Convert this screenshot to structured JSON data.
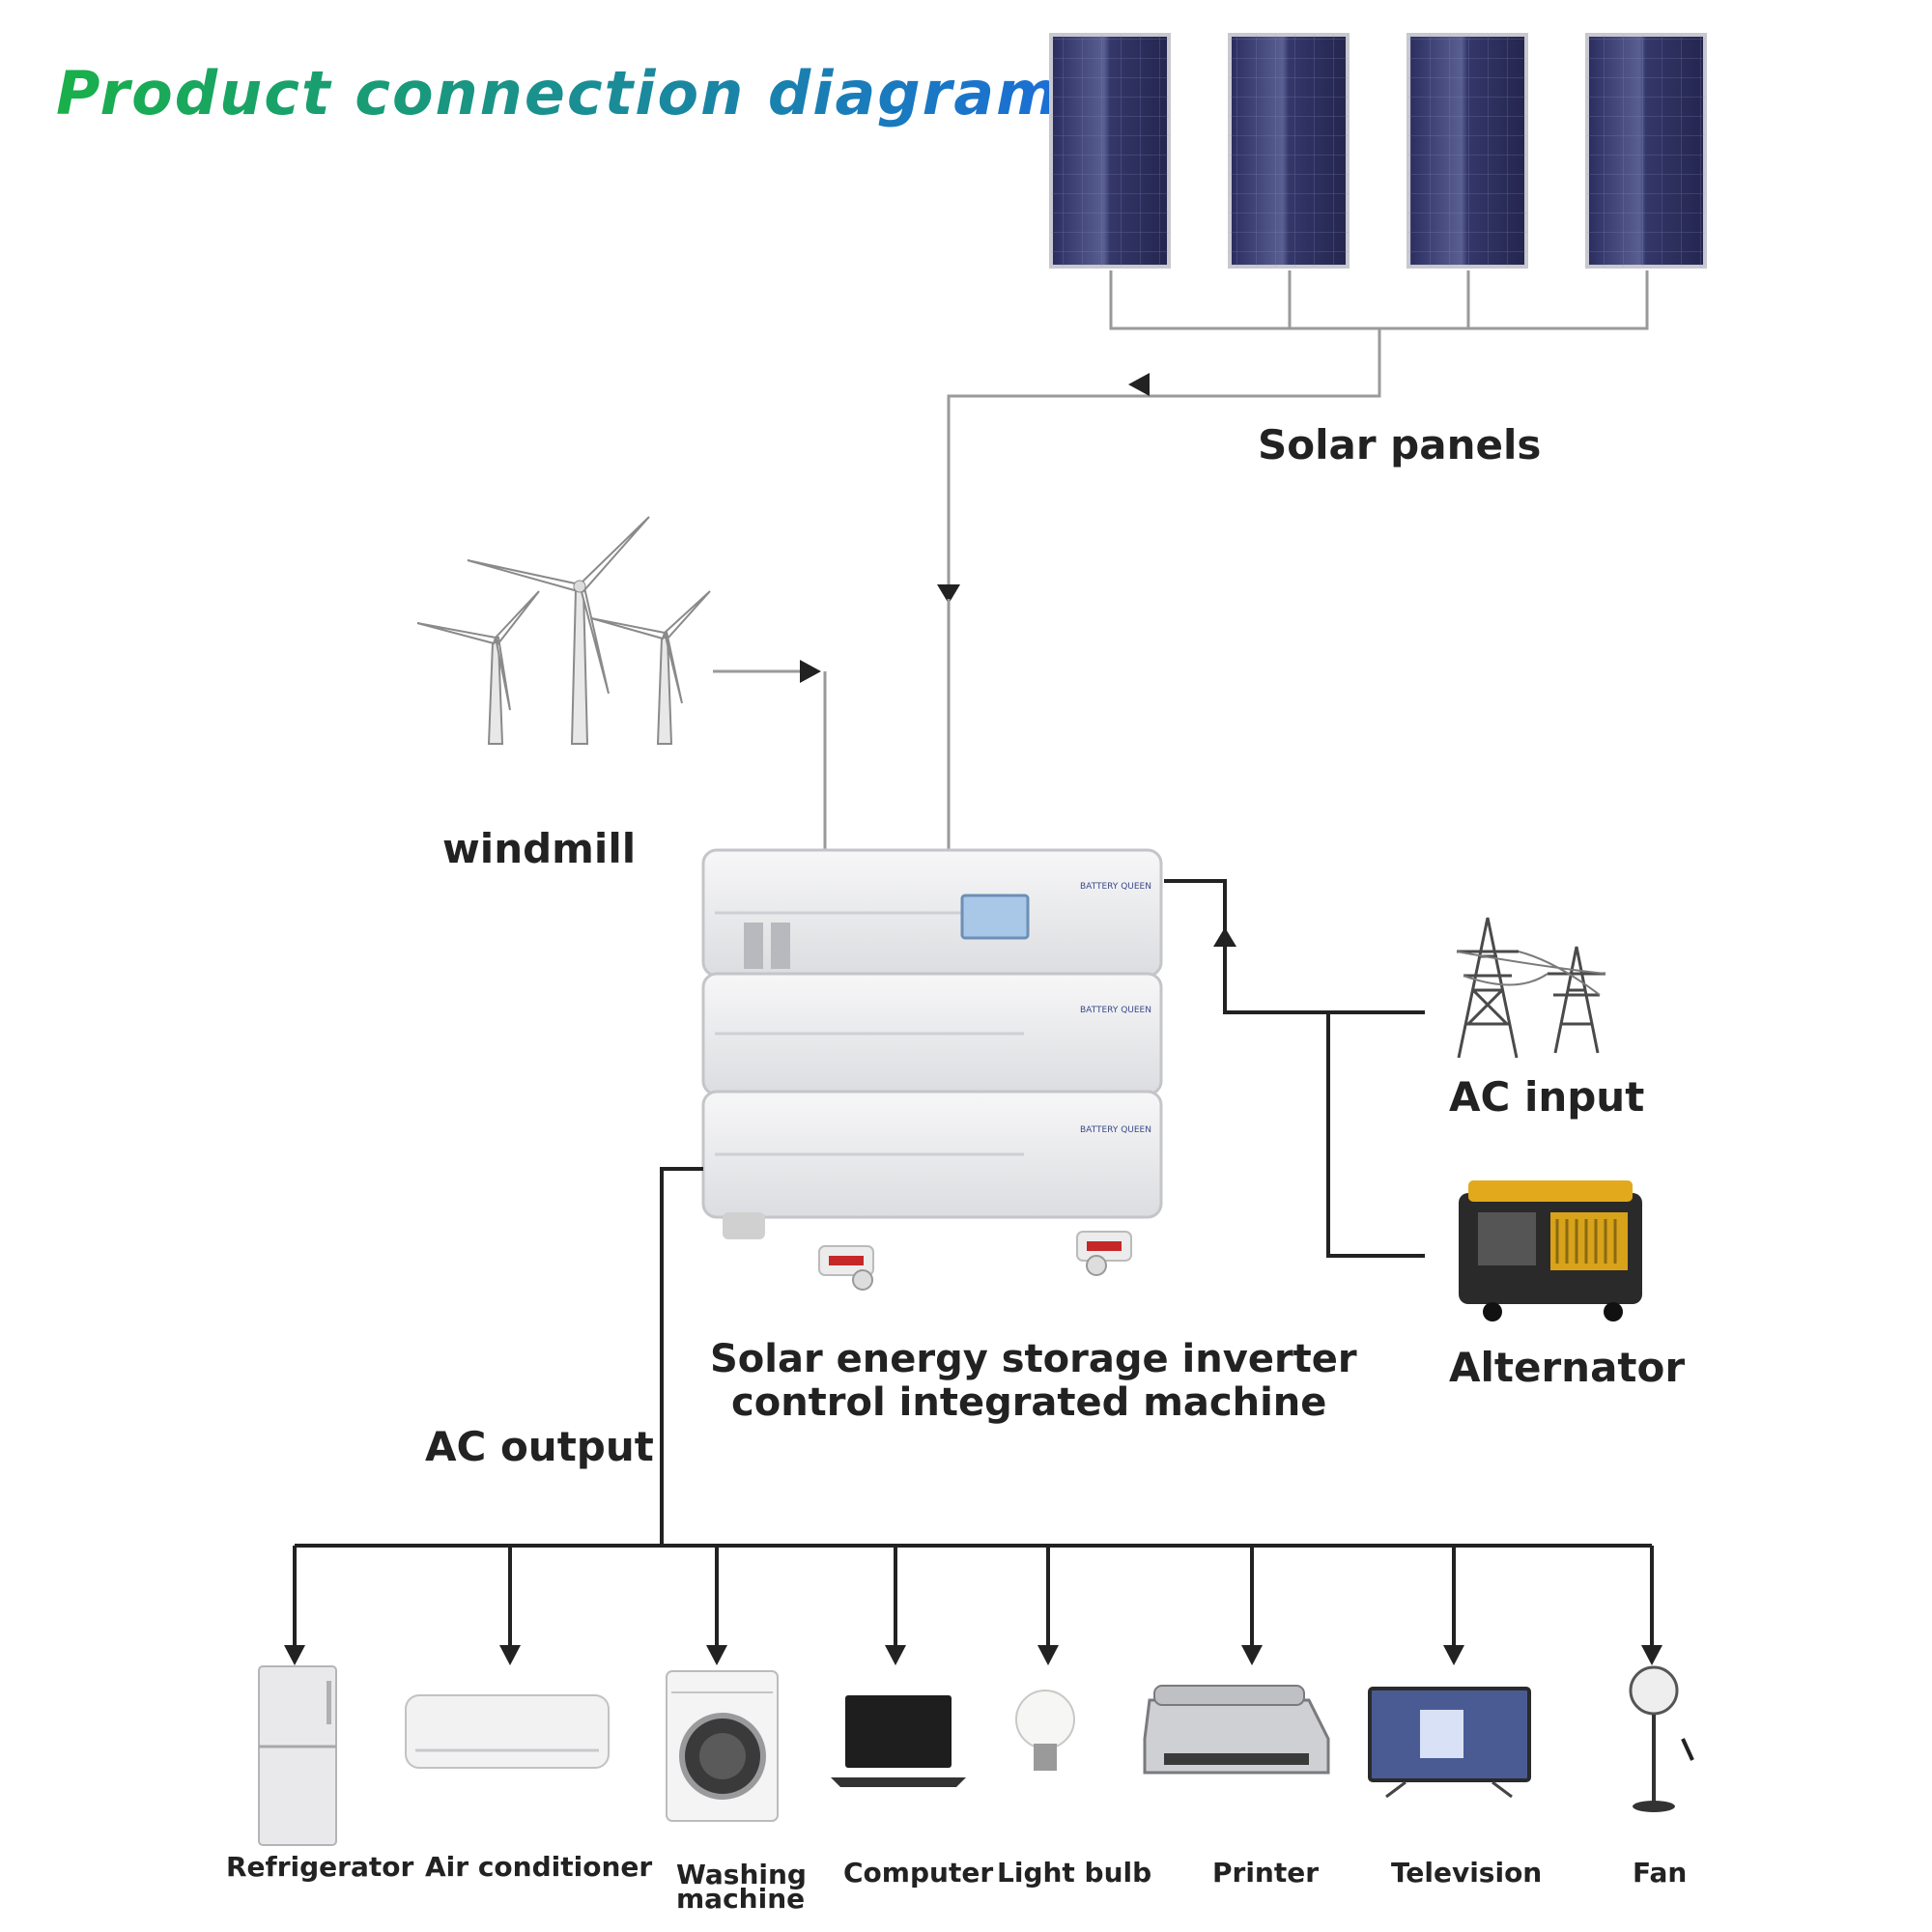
{
  "title": "Product connection diagram",
  "colors": {
    "title_gradient_start": "#19b04a",
    "title_gradient_end": "#1a6fd6",
    "wire": "#222222",
    "panel_wire": "#9a9a9a",
    "panel_blue": "#2d2f63",
    "device_white": "#eeeeee"
  },
  "sources": {
    "solar_panels": "Solar panels",
    "windmill": "windmill",
    "ac_input": "AC input",
    "alternator": "Alternator"
  },
  "machine": {
    "label_line1": "Solar energy storage inverter",
    "label_line2": "control integrated machine",
    "brand": "BATTERY QUEEN"
  },
  "output": {
    "label": "AC output",
    "loads": [
      {
        "name": "Refrigerator",
        "icon": "refrigerator-icon"
      },
      {
        "name": "Air conditioner",
        "icon": "air-conditioner-icon"
      },
      {
        "name_line1": "Washing",
        "name_line2": "machine",
        "icon": "washing-machine-icon"
      },
      {
        "name": "Computer",
        "icon": "laptop-icon"
      },
      {
        "name": "Light bulb",
        "icon": "light-bulb-icon"
      },
      {
        "name": "Printer",
        "icon": "printer-icon"
      },
      {
        "name": "Television",
        "icon": "television-icon"
      },
      {
        "name": "Fan",
        "icon": "fan-icon"
      }
    ]
  }
}
